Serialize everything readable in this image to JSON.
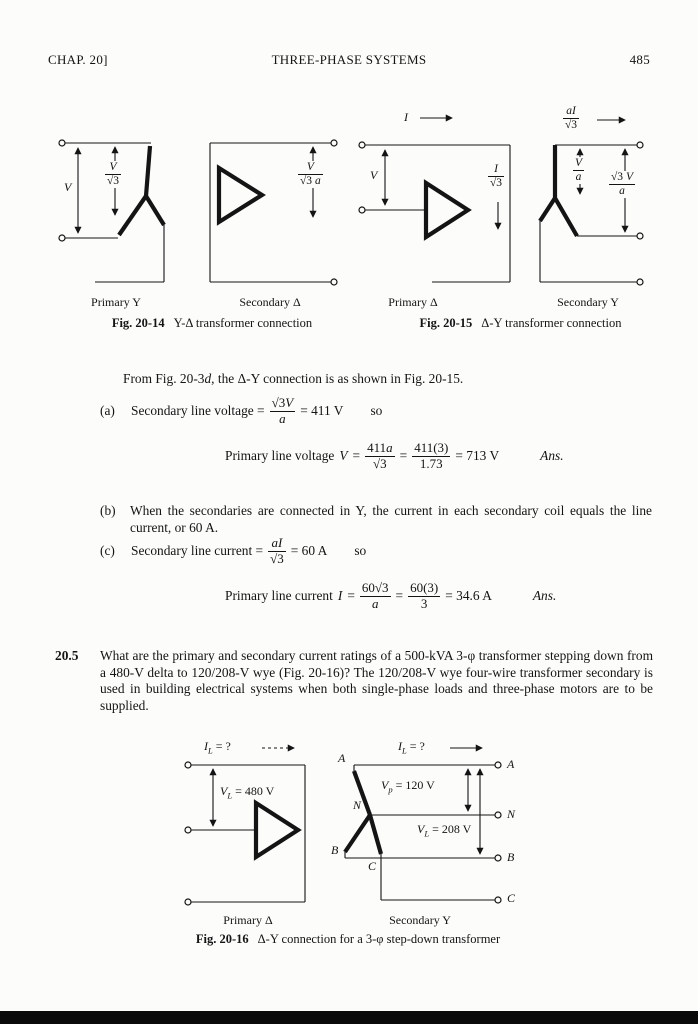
{
  "header": {
    "chapter": "CHAP. 20]",
    "title": "THREE-PHASE SYSTEMS",
    "page_number": "485"
  },
  "fig14": {
    "caption_label": "Fig. 20-14",
    "caption_text": "Y-Δ transformer connection",
    "primary_caption": "Primary Y",
    "secondary_caption": "Secondary Δ",
    "v_line": "V",
    "v_phase": {
      "num": {
        "v": "V"
      },
      "den": {
        "p": "√3"
      }
    },
    "v_secondary": {
      "num": {
        "v": "V"
      },
      "den": {
        "p": "√3 ",
        "v": "a"
      }
    }
  },
  "fig15": {
    "caption_label": "Fig. 20-15",
    "caption_text": "Δ-Y transformer connection",
    "primary_caption": "Primary Δ",
    "secondary_caption": "Secondary Y",
    "i_line": "I",
    "v_line": "V",
    "i_phase": {
      "num": {
        "v": "I"
      },
      "den": {
        "p": "√3"
      }
    },
    "i_secondary": {
      "num": {
        "v": "aI"
      },
      "den": {
        "p": "√3"
      }
    },
    "v_phase_secondary": {
      "num": {
        "v": "V"
      },
      "den": {
        "v": "a"
      }
    },
    "v_line_secondary": {
      "num": {
        "p": "√3 ",
        "v": "V"
      },
      "den": {
        "v": "a"
      }
    }
  },
  "solution": {
    "intro": {
      "pre": "From Fig. 20-3",
      "var": "d",
      "post": ", the Δ-Y connection is as shown in Fig. 20-15."
    },
    "a": {
      "label": "(a)",
      "lead": "Secondary line voltage =",
      "frac": {
        "num": {
          "p": "√3",
          "v": "V"
        },
        "den": {
          "v": "a"
        }
      },
      "result": "= 411 V",
      "so": "so"
    },
    "a_eq": {
      "lead": "Primary line voltage",
      "var": "V",
      "eq": "=",
      "frac1": {
        "num": {
          "p": "411",
          "v": "a"
        },
        "den": {
          "p": "√3"
        }
      },
      "eq2": "=",
      "frac2": {
        "num": {
          "p": "411(3)"
        },
        "den": {
          "p": "1.73"
        }
      },
      "result": "= 713 V",
      "ans": "Ans."
    },
    "b": {
      "label": "(b)",
      "text": "When the secondaries are connected in Y, the current in each secondary coil equals the line current, or 60 A."
    },
    "c": {
      "label": "(c)",
      "lead": "Secondary line current =",
      "frac": {
        "num": {
          "v": "aI"
        },
        "den": {
          "p": "√3"
        }
      },
      "result": "= 60 A",
      "so": "so"
    },
    "c_eq": {
      "lead": "Primary line current",
      "var": "I",
      "eq": "=",
      "frac1": {
        "num": {
          "p": "60√3"
        },
        "den": {
          "v": "a"
        }
      },
      "eq2": "=",
      "frac2": {
        "num": {
          "p": "60(3)"
        },
        "den": {
          "p": "3"
        }
      },
      "result": "= 34.6 A",
      "ans": "Ans."
    }
  },
  "problem": {
    "number": "20.5",
    "text": "What are the primary and secondary current ratings of a 500-kVA 3-φ transformer stepping down from a 480-V delta to 120/208-V wye (Fig. 20-16)? The 120/208-V wye four-wire transformer secondary is used in building electrical systems when both single-phase loads and three-phase motors are to be supplied."
  },
  "fig16": {
    "caption_label": "Fig. 20-16",
    "caption_text": "Δ-Y connection for a 3-φ step-down transformer",
    "primary_caption": "Primary Δ",
    "secondary_caption": "Secondary Y",
    "primary_current": {
      "v": "I",
      "s": "L",
      "r": " = ?"
    },
    "primary_voltage": {
      "v": "V",
      "s": "L",
      "r": " = 480 V"
    },
    "secondary_current": {
      "v": "I",
      "s": "L",
      "r": " = ?"
    },
    "secondary_phase_voltage": {
      "v": "V",
      "s": "p",
      "r": " = 120 V"
    },
    "secondary_line_voltage": {
      "v": "V",
      "s": "L",
      "r": " = 208 V"
    },
    "nodes": {
      "a": "A",
      "n": "N",
      "b": "B",
      "c": "C"
    },
    "terminals": {
      "a": "A",
      "n": "N",
      "b": "B",
      "c": "C"
    }
  }
}
